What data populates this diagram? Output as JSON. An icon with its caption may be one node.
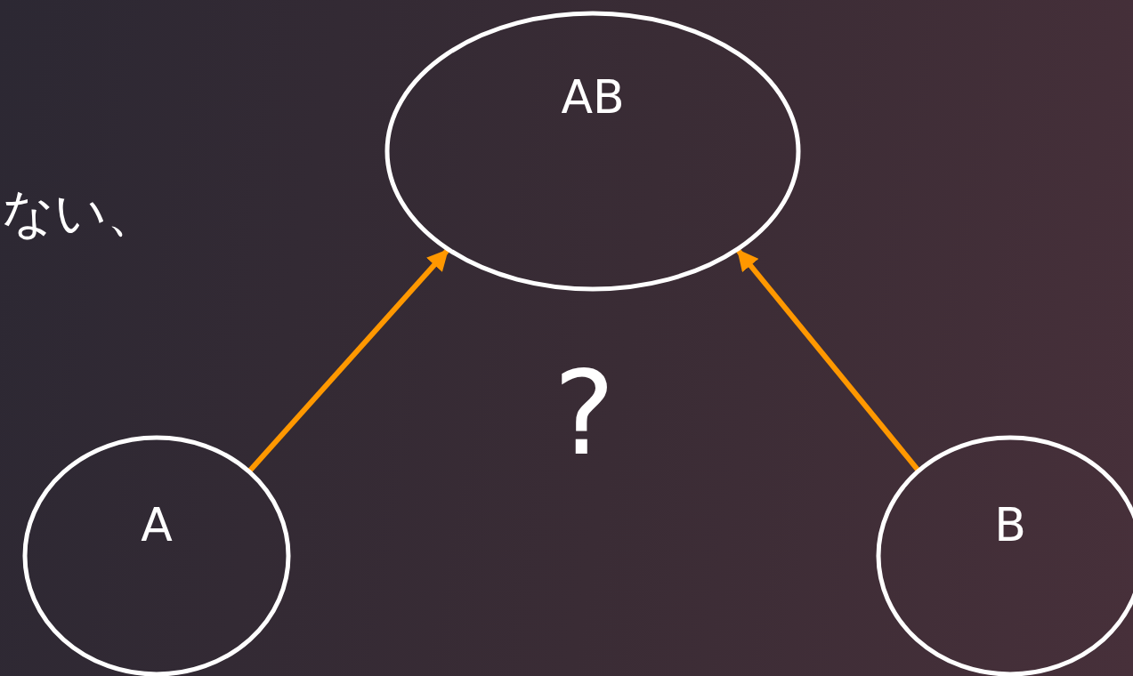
{
  "diagram": {
    "nodes": [
      {
        "text": [
          "AB"
        ]
      },
      {
        "text": [
          "A"
        ]
      },
      {
        "text": [
          "B"
        ]
      }
    ],
    "edges": [
      {
        "from": 1,
        "to": 0,
        "arrow": "to"
      },
      {
        "from": 2,
        "to": 0,
        "arrow": "to"
      }
    ],
    "labels": [
      "ない、",
      "?"
    ]
  }
}
